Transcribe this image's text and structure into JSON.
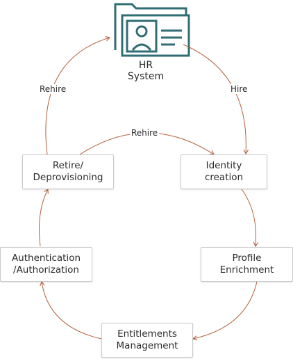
{
  "hr_system": {
    "line1": "HR",
    "line2": "System",
    "icon": "hr-system-folder-icon"
  },
  "nodes": {
    "identity_creation": {
      "line1": "Identity",
      "line2": "creation"
    },
    "profile_enrichment": {
      "line1": "Profile",
      "line2": "Enrichment"
    },
    "entitlements_management": {
      "line1": "Entitlements",
      "line2": "Management"
    },
    "authentication_authorization": {
      "line1": "Authentication",
      "line2": "/Authorization"
    },
    "retire_deprovisioning": {
      "line1": "Retire/",
      "line2": "Deprovisioning"
    }
  },
  "edges": {
    "hire": "Hire",
    "rehire_outer": "Rehire",
    "rehire_inner": "Rehire"
  },
  "colors": {
    "arrow": "#b5623b",
    "icon": "#2f6e74",
    "box_border": "#c9c9c9"
  }
}
